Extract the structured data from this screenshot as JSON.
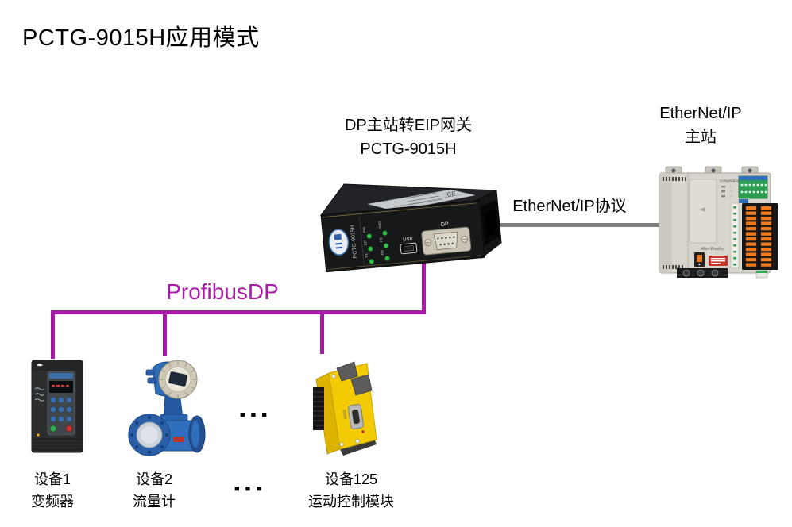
{
  "title": "PCTG-9015H应用模式",
  "gateway": {
    "caption_line1": "DP主站转EIP网关",
    "caption_line2": "PCTG-9015H",
    "panel": {
      "model_vertical": "PCTG-9015H",
      "led_labels": [
        "PW",
        "DIAG",
        "EP",
        "PB",
        "TX",
        "RX"
      ],
      "usb_label": "USB",
      "dp_label": "DP",
      "sticker_ce": "CE"
    }
  },
  "eip_master": {
    "caption_line1": "EtherNet/IP",
    "caption_line2": "主站",
    "plc": {
      "series_text": "CompactLogix",
      "brand_text": "Allen-Bradley"
    }
  },
  "links": {
    "ethernet_label": "EtherNet/IP协议",
    "profibus_label": "ProfibusDP"
  },
  "slave_devices": [
    {
      "caption_line1": "设备1",
      "caption_line2": "变频器"
    },
    {
      "caption_line1": "设备2",
      "caption_line2": "流量计"
    },
    {
      "caption_line1": "设备125",
      "caption_line2": "运动控制模块"
    }
  ],
  "ellipsis_mid": "■ ■ ■",
  "ellipsis_row": "■ ■ ■",
  "colors": {
    "profibus_line": "#A81CA8",
    "ethernet_line": "#808080",
    "text": "#000000",
    "gateway_body": "#17181A",
    "plc_body": "#D8D5CF",
    "vfd_body": "#2B2D2F",
    "flowmeter_body": "#2E6CB5",
    "motion_body": "#F2CB05"
  }
}
